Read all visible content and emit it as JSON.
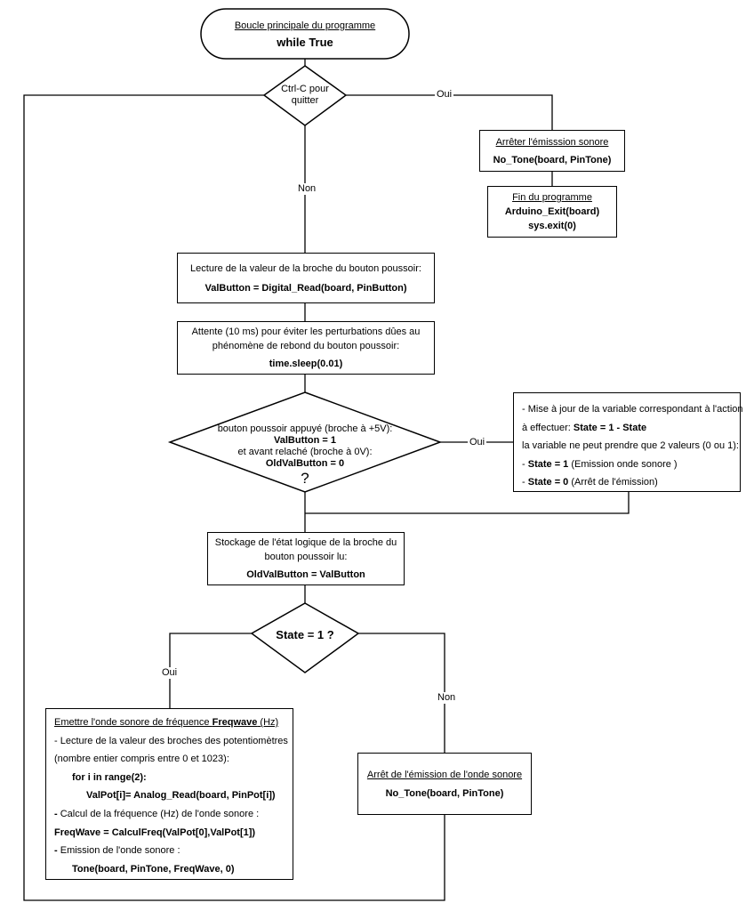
{
  "start": {
    "title": "Boucle principale du programme",
    "code": "while True"
  },
  "decision_quit": {
    "line1": "Ctrl-C pour",
    "line2": "quitter"
  },
  "labels": {
    "oui_top": "Oui",
    "non_top": "Non",
    "oui_mid": "Oui",
    "oui_bottom": "Oui",
    "non_bottom": "Non"
  },
  "stop_sound": {
    "title": "Arrêter l'émisssion sonore",
    "code": "No_Tone(board, PinTone)"
  },
  "end_program": {
    "title": "Fin du programme",
    "code1": "Arduino_Exit(board)",
    "code2": "sys.exit(0)"
  },
  "read_button": {
    "text": "Lecture de la valeur de la broche du bouton poussoir:",
    "code": "ValButton = Digital_Read(board, PinButton)"
  },
  "wait": {
    "line1": "Attente (10 ms) pour éviter les perturbations dûes au",
    "line2": "phénomène de rebond du bouton poussoir:",
    "code": "time.sleep(0.01)"
  },
  "decision_button": {
    "line1": "bouton poussoir appuyé (broche à +5V):",
    "line2": "ValButton = 1",
    "line3": "et avant relaché (broche à 0V):",
    "line4": "OldValButton = 0",
    "line5": "?"
  },
  "update_state": {
    "l1": "- Mise à jour de la variable correspondant à l'action",
    "l2a": "à effectuer: ",
    "l2b": "State = 1 - State",
    "l3": "la variable ne peut prendre que 2 valeurs (0 ou 1):",
    "l4a": "- ",
    "l4b": "State = 1",
    "l4c": " (Emission onde sonore )",
    "l5a": "- ",
    "l5b": "State = 0",
    "l5c": " (Arrêt de l'émission)"
  },
  "store_state": {
    "line1": "Stockage de l'état logique de la broche du",
    "line2": "bouton poussoir lu:",
    "code": "OldValButton = ValButton"
  },
  "decision_state": {
    "text": "State = 1 ?"
  },
  "emit": {
    "title_a": "Emettre l'onde sonore de fréquence ",
    "title_b": "Freqwave",
    "title_c": " (Hz)",
    "l1": "- Lecture de la valeur des broches des potentiomètres",
    "l2": "(nombre entier compris entre 0 et 1023):",
    "l3": "for i in range(2):",
    "l4": "ValPot[i]= Analog_Read(board, PinPot[i])",
    "l5a": "- ",
    "l5b": "Calcul de la fréquence (Hz) de l'onde sonore :",
    "l6": "FreqWave = CalculFreq(ValPot[0],ValPot[1])",
    "l7a": "- ",
    "l7b": "Emission de l'onde sonore :",
    "l8": "Tone(board, PinTone, FreqWave, 0)"
  },
  "stop_wave": {
    "title": "Arrêt de l'émission de l'onde sonore",
    "code": "No_Tone(board, PinTone)"
  }
}
